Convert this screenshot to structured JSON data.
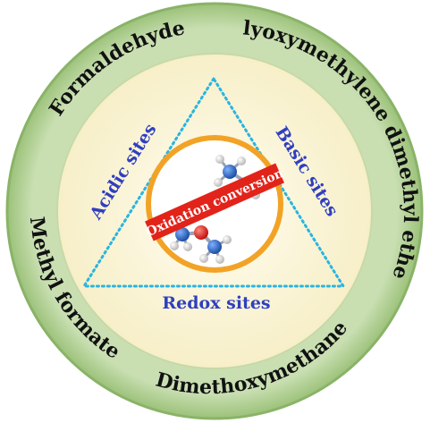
{
  "outer_ring": {
    "top_left": "Formaldehyde",
    "top_right": "Polyoxymethylene dimethyl ethers",
    "left": "Methyl formate",
    "bottom": "Dimethoxymethane"
  },
  "triangle": {
    "left_label": "Acidic sites",
    "right_label": "Basic sites",
    "bottom_label": "Redox sites"
  },
  "center": {
    "band_label": "Oxidation conversion"
  },
  "colors": {
    "outer_ring": "#a8c98a",
    "inner_disc": "#fbf6dc",
    "triangle_dots": "#29b5e0",
    "site_text": "#2f3fc0",
    "center_circle_border": "#f2a326",
    "band": "#e2231a",
    "atom_carbon": "#2b5fb3",
    "atom_oxygen": "#e0201b",
    "atom_hydrogen": "#e8e8e8"
  },
  "molecules": [
    "methanol-molecule",
    "dimethyl-ether-molecule"
  ]
}
